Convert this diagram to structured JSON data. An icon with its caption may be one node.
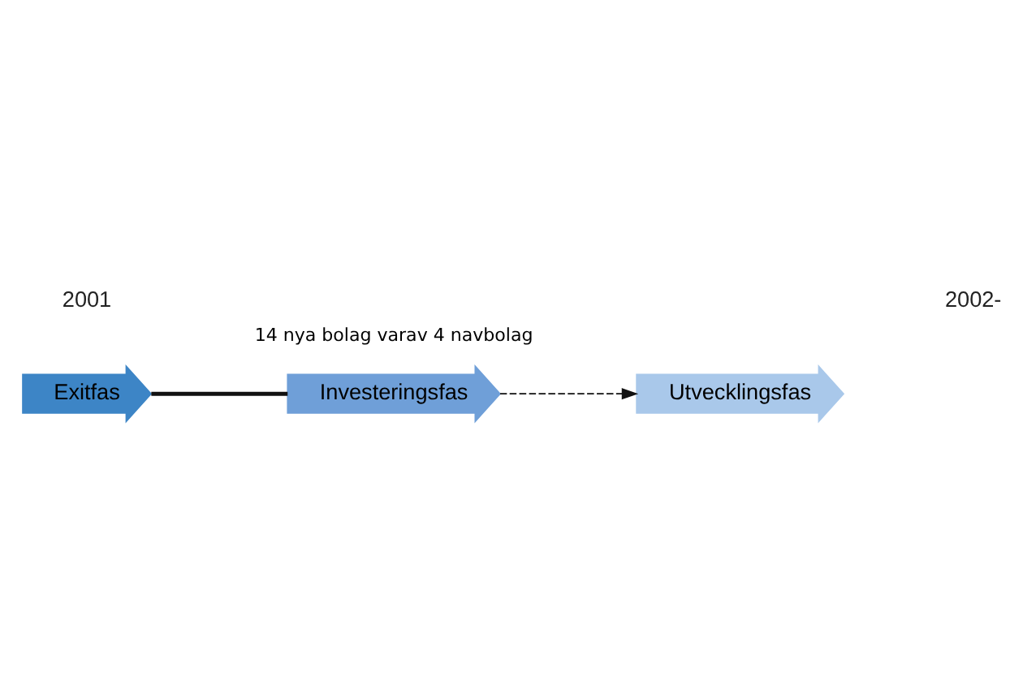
{
  "diagram": {
    "nodes": [
      {
        "text": [
          "Exitfas"
        ]
      },
      {
        "text": [
          "Investeringsfas"
        ],
        "beside": [
          "14 nya bolag varav 4 navbolag"
        ]
      },
      {
        "text": [
          "Utvecklingsfas"
        ]
      }
    ],
    "edges": [
      {
        "from": 0,
        "to": 1,
        "arrow": "none",
        "style": "thick"
      },
      {
        "from": 1,
        "to": 2,
        "arrow": "to",
        "style": "dashed"
      }
    ],
    "labels": [
      "2001",
      "2002-"
    ]
  }
}
